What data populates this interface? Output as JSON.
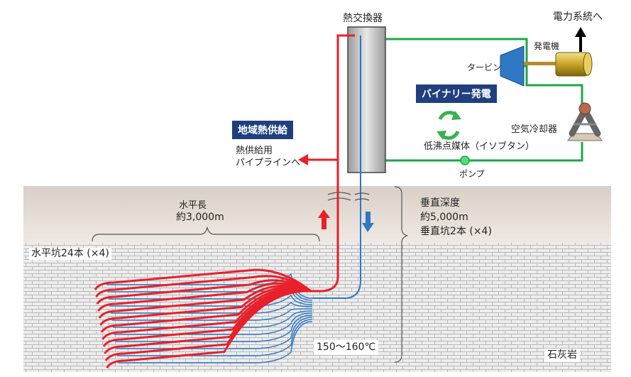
{
  "labels": {
    "heat_exchanger": "熱交換器",
    "grid": "電力系統へ",
    "generator": "発電機",
    "turbine": "タービン",
    "binary": "バイナリー発電",
    "air_cooler": "空気冷却器",
    "medium": "低沸点媒体（イソブタン）",
    "pump": "ポンプ",
    "district_heat": "地域熱供給",
    "pipeline_1": "熱供給用",
    "pipeline_2": "パイプラインへ",
    "horizontal_1": "水平長",
    "horizontal_2": "約3,000m",
    "vertical_1": "垂直深度",
    "vertical_2": "約5,000m",
    "vertical_3": "垂直坑2本 (×4)",
    "horizontal_wells": "水平坑24本 (×4)",
    "temperature": "150～160℃",
    "limestone": "石灰岩"
  },
  "colors": {
    "hot_pipe": "#e8202a",
    "cold_pipe": "#2f78c4",
    "loop": "#1fa64a",
    "surface": "#e6ddd5",
    "rock": "#ececec",
    "label_box": "#1f3f7f"
  }
}
